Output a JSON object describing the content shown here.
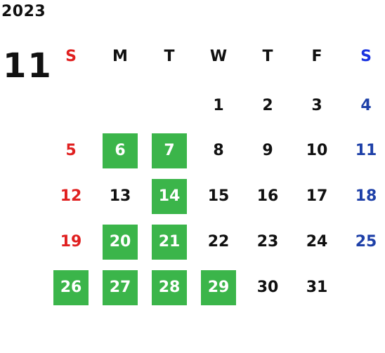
{
  "calendar": {
    "year": "2023",
    "month": "11",
    "weekday_headers": [
      "S",
      "M",
      "T",
      "W",
      "T",
      "F",
      "S"
    ],
    "first_weekday_index": 3,
    "days_in_month": 31,
    "highlighted_days": [
      6,
      7,
      14,
      20,
      21,
      26,
      27,
      28,
      29
    ],
    "colors": {
      "sunday": "#e02020",
      "saturday": "#1e40a8",
      "saturday_header": "#1a33e0",
      "highlight": "#3bb54a",
      "text": "#111111"
    }
  }
}
